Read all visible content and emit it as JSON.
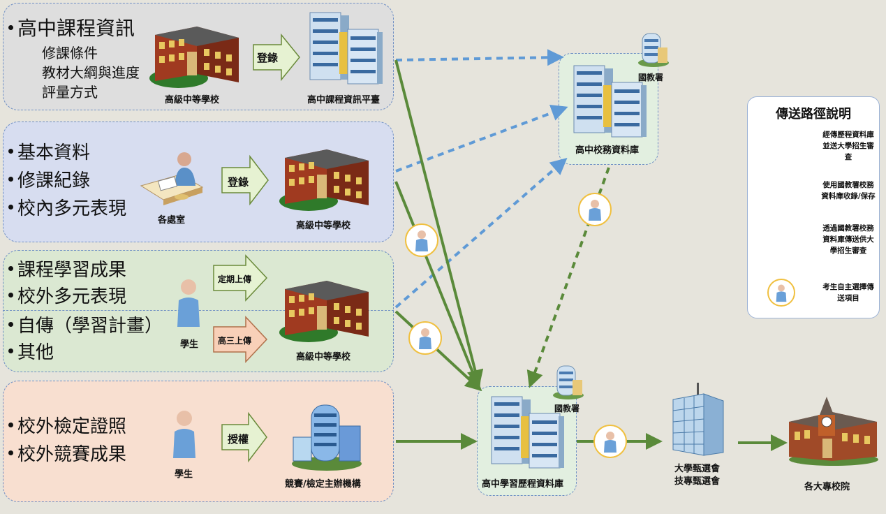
{
  "panels": {
    "course_info": {
      "title": "高中課程資訊",
      "subitems": [
        "修課條件",
        "教材大綱與進度",
        "評量方式"
      ],
      "school_label": "高級中等學校",
      "action_label": "登錄",
      "platform_label": "高中課程資訊平臺"
    },
    "basic_data": {
      "items": [
        "基本資料",
        "修課紀錄",
        "校內多元表現"
      ],
      "office_label": "各處室",
      "action_label": "登錄",
      "school_label": "高級中等學校"
    },
    "learning": {
      "items_upper": [
        "課程學習成果",
        "校外多元表現"
      ],
      "items_lower": [
        "自傳（學習計畫）",
        "其他"
      ],
      "student_label": "學生",
      "action_upper": "定期上傳",
      "action_lower": "高三上傳",
      "school_label": "高級中等學校"
    },
    "external": {
      "items": [
        "校外檢定證照",
        "校外競賽成果"
      ],
      "student_label": "學生",
      "action_label": "授權",
      "org_label": "競賽/檢定主辦機構"
    }
  },
  "hubs": {
    "admin_db": {
      "label": "高中校務資料庫",
      "ministry_label": "國教署"
    },
    "portfolio_db": {
      "label": "高中學習歷程資料庫",
      "ministry_label": "國教署"
    }
  },
  "destinations": {
    "committee": {
      "line1": "大學甄選會",
      "line2": "技專甄選會"
    },
    "universities": {
      "label": "各大專校院"
    }
  },
  "legend": {
    "title": "傳送路徑說明",
    "items": [
      {
        "style": "solid-green",
        "text": "經傳歷程資料庫並送大學招生審查"
      },
      {
        "style": "dashed-blue",
        "text": "使用國教署校務資料庫收錄/保存"
      },
      {
        "style": "dashed-green",
        "text": "透過國教署校務資料庫傳送供大學招生審查"
      },
      {
        "style": "student-badge",
        "text": "考生自主選擇傳送項目"
      }
    ]
  },
  "colors": {
    "green": "#5a8a3a",
    "blue": "#5f9ad6",
    "badge_ring": "#f0c040"
  }
}
